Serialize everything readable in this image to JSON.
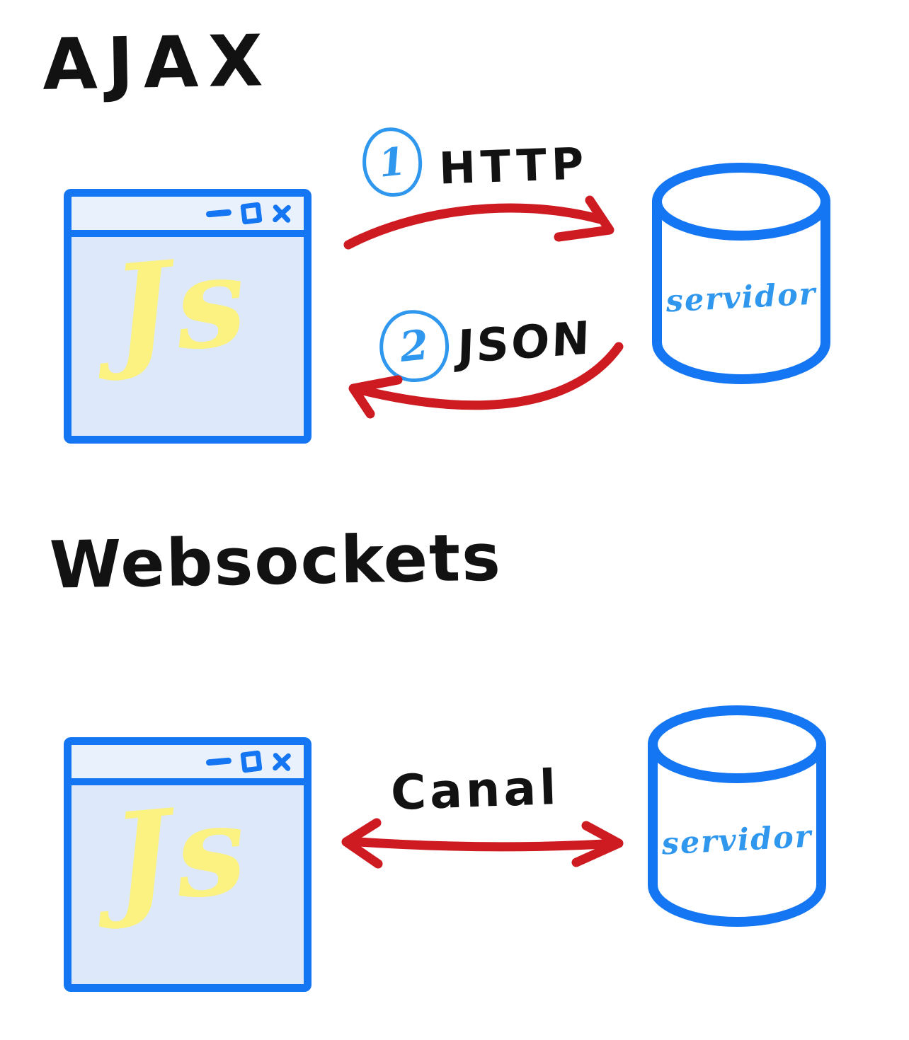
{
  "colors": {
    "blue": "#1476F2",
    "light_blue": "#2F97EE",
    "window_fill": "#DDE8FB",
    "titlebar_fill": "#E9F1FD",
    "yellow": "#FBF282",
    "red": "#CE1B22",
    "ink": "#121212",
    "canvas_bg": "#FFFFFF"
  },
  "ajax": {
    "title": "AJAX",
    "browser": {
      "js_label": "Js"
    },
    "request": {
      "step": "1",
      "label": "HTTP"
    },
    "response": {
      "step": "2",
      "label": "JSON"
    },
    "server": {
      "label": "servidor"
    }
  },
  "websockets": {
    "title": "Websockets",
    "browser": {
      "js_label": "Js"
    },
    "channel": {
      "label": "Canal"
    },
    "server": {
      "label": "servidor"
    }
  }
}
